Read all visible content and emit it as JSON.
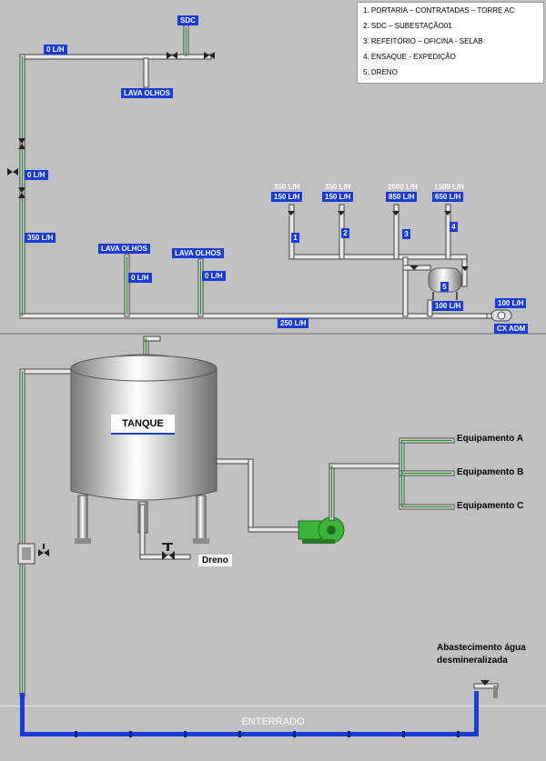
{
  "legend": [
    "1. PORTARIA – CONTRATADAS – TORRE AC",
    "2. SDC – SUBESTAÇÃO01",
    "3. REFEITÓRIO – OFICINA - SELAB",
    "4. ENSAQUE - EXPEDIÇÃO",
    "5. DRENO"
  ],
  "top_section": {
    "sdc_label": "SDC",
    "flow_top": "0 L/H",
    "lava_olhos_1": "LAVA OLHOS",
    "flow_left_mid": "0 L/H",
    "flow_left_low": "350 L/H",
    "lava_olhos_2": "LAVA OLHOS",
    "lava_olhos_2_flow": "0 L/H",
    "lava_olhos_3": "LAVA OLHOS",
    "lava_olhos_3_flow": "0 L/H",
    "main_flow": "250 L/H",
    "cx_adm": "CX ADM",
    "cx_adm_flow": "100 L/H",
    "dreno_flow": "100 L/H"
  },
  "branches": [
    {
      "num": "1",
      "flow_a": "350 L/H",
      "flow_b": "150 L/H"
    },
    {
      "num": "2",
      "flow_a": "350 L/H",
      "flow_b": "150 L/H"
    },
    {
      "num": "3",
      "flow_a": "2000 L/H",
      "flow_b": "850 L/H"
    },
    {
      "num": "4",
      "flow_a": "1500 L/H",
      "flow_b": "650 L/H"
    }
  ],
  "vessel_num": "5",
  "bottom_section": {
    "tanque": "TANQUE",
    "dreno": "Dreno",
    "equipamento_a": "Equipamento A",
    "equipamento_b": "Equipamento B",
    "equipamento_c": "Equipamento C",
    "abastecimento_1": "Abastecimento água",
    "abastecimento_2": "desmineralizada",
    "enterrado": "ENTERRADO"
  },
  "colors": {
    "background": "#c0c0c0",
    "pipe_fill": "#e8e8e8",
    "pipe_accent": "#2e8b2e",
    "flow_badge": "#1a3bd6",
    "buried_pipe": "#1a3bd6",
    "pump": "#3cb43c"
  }
}
